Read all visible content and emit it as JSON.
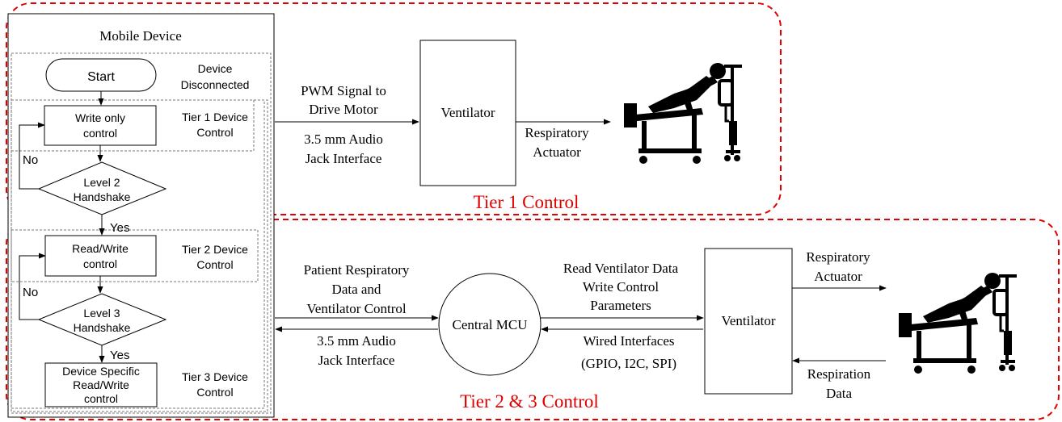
{
  "mobile_device": {
    "title": "Mobile Device",
    "flow": {
      "start": "Start",
      "device_disconnected": [
        "Device",
        "Disconnected"
      ],
      "write_only": [
        "Write only",
        "control"
      ],
      "tier1_device_control": [
        "Tier 1 Device",
        "Control"
      ],
      "no_1": "No",
      "level2": [
        "Level 2",
        "Handshake"
      ],
      "yes_1": "Yes",
      "read_write": [
        "Read/Write",
        "control"
      ],
      "tier2_device_control": [
        "Tier 2 Device",
        "Control"
      ],
      "no_2": "No",
      "level3": [
        "Level 3",
        "Handshake"
      ],
      "yes_2": "Yes",
      "device_specific": [
        "Device Specific",
        "Read/Write",
        "control"
      ],
      "tier3_device_control": [
        "Tier 3 Device",
        "Control"
      ]
    }
  },
  "tier1": {
    "region_label": "Tier 1 Control",
    "pwm_signal": [
      "PWM Signal to",
      "Drive Motor"
    ],
    "audio_jack": [
      "3.5 mm Audio",
      "Jack Interface"
    ],
    "ventilator": "Ventilator",
    "respiratory_actuator": [
      "Respiratory",
      "Actuator"
    ],
    "patient_icon": "patient-bed-icon"
  },
  "tier23": {
    "region_label": "Tier 2 & 3 Control",
    "patient_data": [
      "Patient Respiratory",
      "Data and",
      "Ventilator Control"
    ],
    "audio_jack": [
      "3.5 mm Audio",
      "Jack Interface"
    ],
    "central_mcu": "Central MCU",
    "read_write_params": [
      "Read Ventilator Data",
      "Write Control",
      "Parameters"
    ],
    "wired_interfaces": [
      "Wired Interfaces",
      "(GPIO, I2C, SPI)"
    ],
    "ventilator": "Ventilator",
    "respiratory_actuator": [
      "Respiratory",
      "Actuator"
    ],
    "respiration_data": [
      "Respiration",
      "Data"
    ],
    "patient_icon": "patient-bed-icon"
  },
  "colors": {
    "region_border": "#e00000",
    "region_label": "#e00000",
    "line": "#000000"
  }
}
